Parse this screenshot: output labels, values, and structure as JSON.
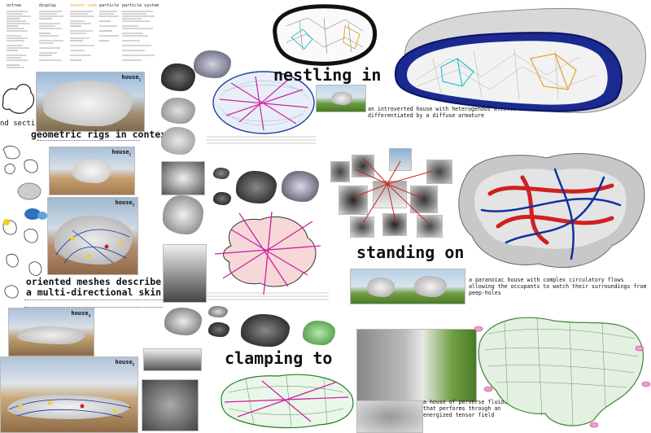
{
  "headers": {
    "h1": "octree",
    "h2": "display",
    "h3": "tensor code",
    "h4": "particle",
    "h5": "particle system"
  },
  "accent_colors": {
    "orange": "#e8a030",
    "cyan": "#30c0d0",
    "red": "#d02020",
    "blue": "#1030a0",
    "magenta": "#d020a0",
    "green": "#40b040",
    "yellow": "#f0d020"
  },
  "sections": {
    "nestling_title": "nestling in",
    "nestling_desc": "an introverted house with heterogenous alcoves differentiated by a diffuse armature",
    "geometric_title": "geometric rigs in context",
    "section_label": "nd section",
    "standing_title": "standing on",
    "standing_desc": "a paranoiac house with complex circulatory flows allowing the occupants to watch their surroundings from peep-holes",
    "oriented_title": "oriented meshes describe a multi-directional skin",
    "clamping_title": "clamping to",
    "clamping_desc": "a house of perverse fluidity that performs through an energized tensor field"
  },
  "house_labels": {
    "house1": "house",
    "house1_sub": "1",
    "house2": "house",
    "house2_sub": "2",
    "house3": "house",
    "house3_sub": "3",
    "house4": "house",
    "house4_sub": "4",
    "house5": "house",
    "house5_sub": "5"
  }
}
